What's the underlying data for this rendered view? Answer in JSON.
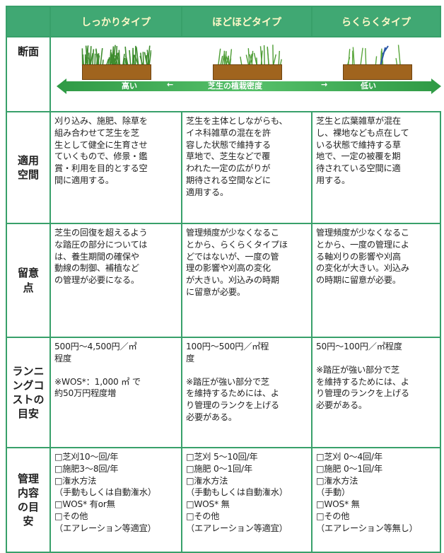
{
  "header": {
    "col1": "しっかりタイプ",
    "col2": "ほどほどタイプ",
    "col3": "らくらくタイプ"
  },
  "rows": {
    "section_label": "断面",
    "tekiyo_label_lines": [
      "適用",
      "空間"
    ],
    "ryui_label_lines": [
      "留意",
      "点"
    ],
    "cost_label_lines": [
      "ランニ",
      "ングコ",
      "ストの",
      "目安"
    ],
    "kanri_label_lines": [
      "管理",
      "内容",
      "の目",
      "安"
    ]
  },
  "arrow": {
    "left_text": "高い",
    "left_mark": "←",
    "middle_text": "芝生の植栽密度",
    "right_mark": "→",
    "right_text": "低い"
  },
  "cells": {
    "tekiyo": [
      [
        "刈り込み、施肥、除草を",
        "組み合わせて芝生を芝",
        "生として健全に生育させ",
        "ていくもので、修景・鑑",
        "賞・利用を目的とする空",
        "間に適用する。"
      ],
      [
        "芝生を主体としながらも、",
        "イネ科雑草の混在を許",
        "容した状態で維持する",
        "草地で、芝生などで覆",
        "われた一定の広がりが",
        "期待される空間などに",
        "適用する。"
      ],
      [
        "芝生と広葉雑草が混在",
        "し、裸地なども点在して",
        "いる状態で維持する草",
        "地で、一定の被覆を期",
        "待されている空間に適",
        "用する。"
      ]
    ],
    "ryui": [
      [
        "芝生の回復を超えるよう",
        "な踏圧の部分については",
        "は、養生期間の確保や",
        "動線の制御、補植など",
        "の管理が必要になる。"
      ],
      [
        "管理頻度が少なくなるこ",
        "とから、らくらくタイプほ",
        "どではないが、一度の管",
        "理の影響や刈高の変化",
        "が大きい。刈込みの時期",
        "に留意が必要。"
      ],
      [
        "管理頻度が少なくなるこ",
        "とから、一度の管理によ",
        "る軸刈りの影響や刈高",
        "の変化が大きい。刈込み",
        "の時期に留意が必要。"
      ]
    ],
    "cost": [
      [
        "500円～4,500円／㎡",
        "程度",
        "",
        "※WOS*：1,000 ㎡ で",
        "約50万円程度増"
      ],
      [
        "100円～500円／㎡程",
        "度",
        "",
        "※踏圧が強い部分で芝",
        "を維持するためには、よ",
        "り管理のランクを上げる",
        "必要がある。"
      ],
      [
        "50円～100円／㎡程度",
        "",
        "※踏圧が強い部分で芝",
        "を維持するためには、よ",
        "り管理のランクを上げる",
        "必要がある。"
      ]
    ],
    "kanri": [
      [
        "□芝刈10～回/年",
        "□施肥3～8回/年",
        "□潅水方法",
        "（手動もしくは自動潅水）",
        "□WOS* 有or無",
        "□その他",
        "（エアレーション等適宜）"
      ],
      [
        "□芝刈 5～10回/年",
        "□施肥 0～1回/年",
        "□潅水方法",
        "（手動もしくは自動潅水）",
        "□WOS* 無",
        "□その他",
        "（エアレーション等適宜）"
      ],
      [
        "□芝刈 0～4回/年",
        "□施肥 0～1回/年",
        "□潅水方法",
        "（手動）",
        "□WOS* 無",
        "□その他",
        "（エアレーション等無し）"
      ]
    ]
  },
  "colors": {
    "grid": "#38a06a",
    "header_bg": "#40a873",
    "header_text": "#fff8c8",
    "soil": "#a0641e",
    "grass": "#3f8d2f",
    "arrow": "#3fae55"
  }
}
